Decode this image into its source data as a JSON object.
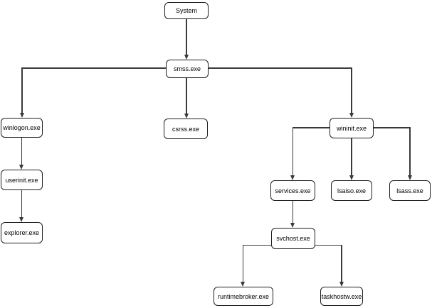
{
  "diagram": {
    "type": "process-tree-flowchart",
    "background": "#ffffff",
    "colors": {
      "node_fill": "#ffffff",
      "node_border": "#1f1f1f",
      "edge": "#3a3a3a",
      "text": "#000000"
    },
    "nodes": {
      "system": {
        "label": "System"
      },
      "smss": {
        "label": "smss.exe"
      },
      "winlogon": {
        "label": "winlogon.exe"
      },
      "csrss": {
        "label": "csrss.exe"
      },
      "wininit": {
        "label": "wininit.exe"
      },
      "userinit": {
        "label": "userinit.exe"
      },
      "explorer": {
        "label": "explorer.exe"
      },
      "services": {
        "label": "services.exe"
      },
      "lsaiso": {
        "label": "lsaiso.exe"
      },
      "lsass": {
        "label": "lsass.exe"
      },
      "svchost": {
        "label": "svchost.exe"
      },
      "runtimebroker": {
        "label": "runtimebroker.exe"
      },
      "taskhostw": {
        "label": "taskhostw.exe"
      }
    },
    "edges": [
      {
        "from": "System",
        "to": "smss.exe"
      },
      {
        "from": "smss.exe",
        "to": "winlogon.exe"
      },
      {
        "from": "smss.exe",
        "to": "csrss.exe"
      },
      {
        "from": "smss.exe",
        "to": "wininit.exe"
      },
      {
        "from": "winlogon.exe",
        "to": "userinit.exe"
      },
      {
        "from": "userinit.exe",
        "to": "explorer.exe"
      },
      {
        "from": "wininit.exe",
        "to": "services.exe"
      },
      {
        "from": "wininit.exe",
        "to": "lsaiso.exe"
      },
      {
        "from": "wininit.exe",
        "to": "lsass.exe"
      },
      {
        "from": "services.exe",
        "to": "svchost.exe"
      },
      {
        "from": "svchost.exe",
        "to": "runtimebroker.exe"
      },
      {
        "from": "svchost.exe",
        "to": "taskhostw.exe"
      }
    ]
  }
}
